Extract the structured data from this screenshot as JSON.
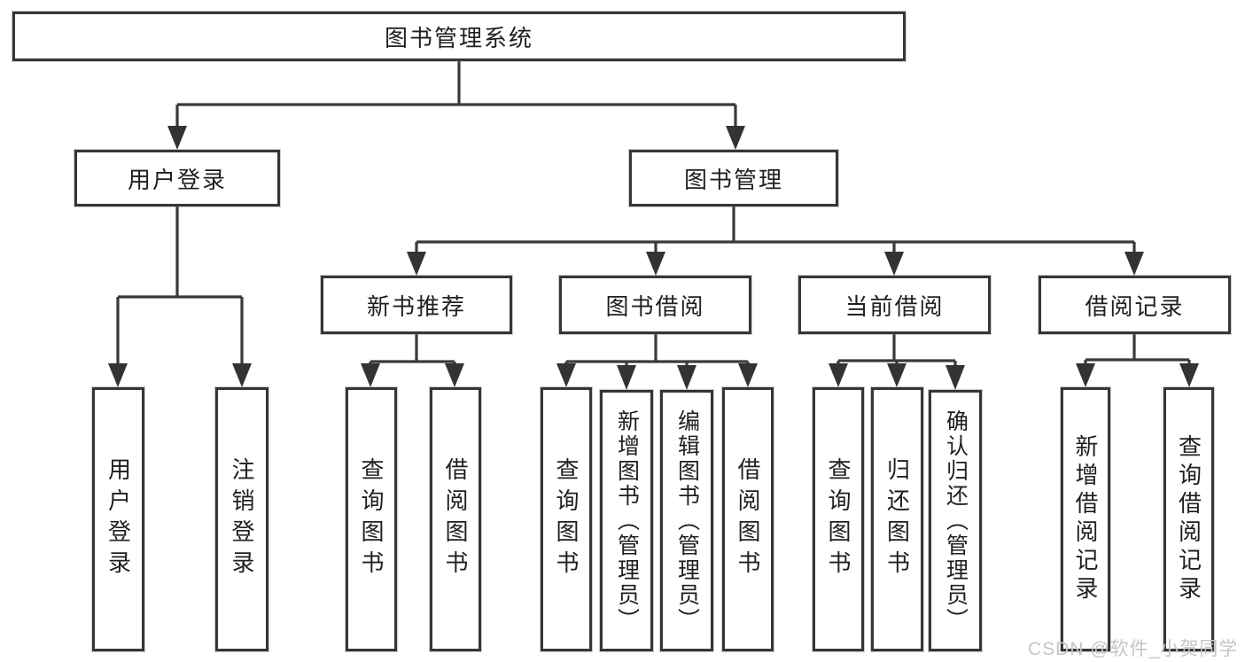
{
  "nodes": {
    "root": "图书管理系统",
    "user_login": "用户登录",
    "book_management": "图书管理",
    "new_book_rec": "新书推荐",
    "book_borrow": "图书借阅",
    "current_borrow": "当前借阅",
    "borrow_records": "借阅记录",
    "leaf_user_login": "用户登录",
    "leaf_logout": "注销登录",
    "leaf_query_book_1": "查询图书",
    "leaf_borrow_book_1": "借阅图书",
    "leaf_query_book_2": "查询图书",
    "leaf_add_book": "新增图书（管理员）",
    "leaf_edit_book": "编辑图书（管理员）",
    "leaf_borrow_book_2": "借阅图书",
    "leaf_query_book_3": "查询图书",
    "leaf_return_book": "归还图书",
    "leaf_confirm_return": "确认归还（管理员）",
    "leaf_add_borrow_record": "新增借阅记录",
    "leaf_query_borrow_record": "查询借阅记录"
  },
  "watermark": "CSDN @软件_小贺同学",
  "colors": {
    "background": "#ffffff",
    "line": "#3a3a3a",
    "box_border": "#363636",
    "text": "#1f1f1f",
    "watermark": "#c4c5c9"
  }
}
